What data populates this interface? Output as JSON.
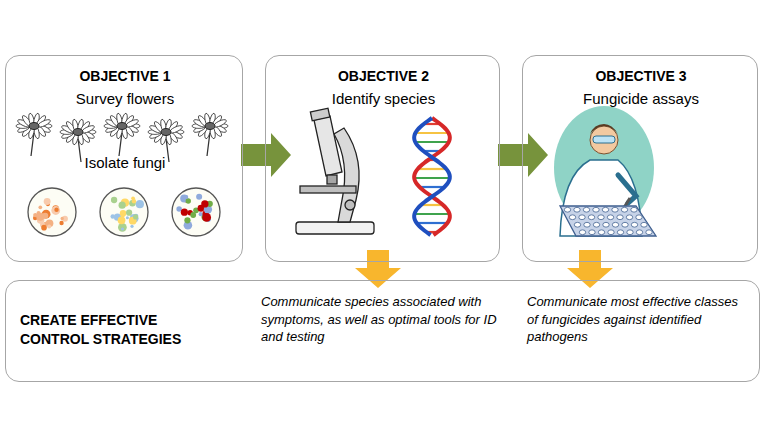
{
  "diagram": {
    "nodes": [
      {
        "text": [
          "OBJECTIVE 1",
          "Survey flowers",
          "Isolate fungi"
        ]
      },
      {
        "text": [
          "OBJECTIVE 2",
          "Identify species"
        ]
      },
      {
        "text": [
          "OBJECTIVE 3",
          "Fungicide assays"
        ]
      },
      {
        "text": [
          "CREATE EFFECTIVE CONTROL STRATEGIES",
          "Communicate species associated with symptoms, as well as optimal tools for ID and testing",
          "Communicate most effective classes of fungicides against identified pathogens"
        ]
      }
    ],
    "edges": [
      {
        "from": 0,
        "to": 1,
        "arrow": "to"
      },
      {
        "from": 1,
        "to": 2,
        "arrow": "to"
      },
      {
        "from": 1,
        "to": 3,
        "arrow": "to"
      },
      {
        "from": 2,
        "to": 3,
        "arrow": "to"
      }
    ]
  }
}
